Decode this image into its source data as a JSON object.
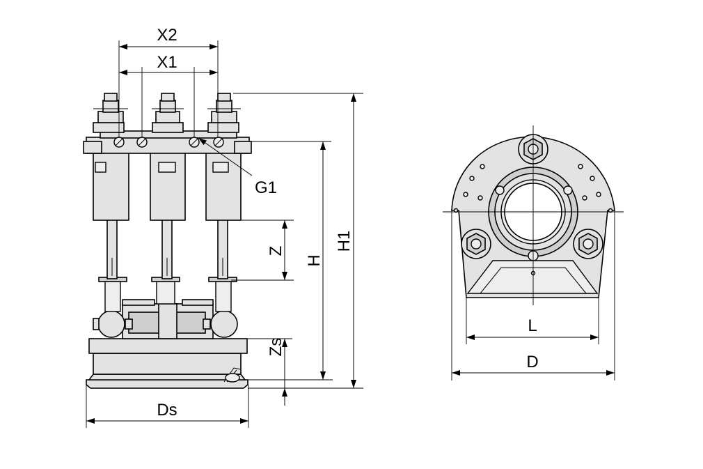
{
  "labels": {
    "x2": "X2",
    "x1": "X1",
    "g1": "G1",
    "z": "Z",
    "h": "H",
    "h1": "H1",
    "zs": "Zs",
    "ds": "Ds",
    "l": "L",
    "d": "D"
  }
}
